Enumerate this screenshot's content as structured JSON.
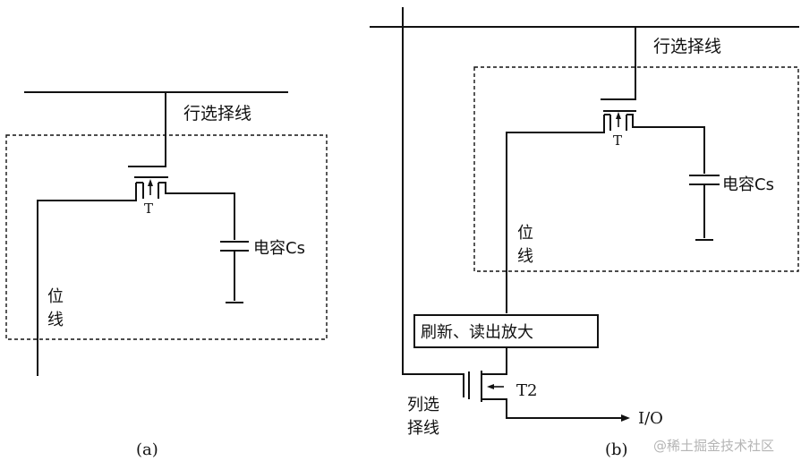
{
  "diagram_a": {
    "caption": "(a)",
    "row_select_line": "行选择线",
    "transistor": "T",
    "capacitor": "电容Cs",
    "bit_line_1": "位",
    "bit_line_2": "线"
  },
  "diagram_b": {
    "caption": "(b)",
    "row_select_line": "行选择线",
    "transistor": "T",
    "capacitor": "电容Cs",
    "bit_line_1": "位",
    "bit_line_2": "线",
    "refresh_amp": "刷新、读出放大",
    "transistor2": "T2",
    "col_select_1": "列选",
    "col_select_2": "择线",
    "io": "I/O"
  },
  "watermark": "@稀土掘金技术社区"
}
